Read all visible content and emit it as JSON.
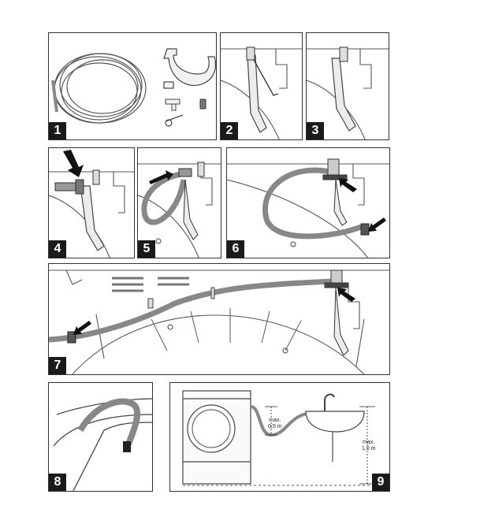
{
  "panels": [
    {
      "number": "1"
    },
    {
      "number": "2"
    },
    {
      "number": "3"
    },
    {
      "number": "4"
    },
    {
      "number": "5"
    },
    {
      "number": "6"
    },
    {
      "number": "7"
    },
    {
      "number": "8"
    },
    {
      "number": "9"
    }
  ],
  "diagram9": {
    "label_max_05_line1": "max.",
    "label_max_05_line2": "0,5 m",
    "label_max_10_line1": "max.",
    "label_max_10_line2": "1,0 m"
  }
}
